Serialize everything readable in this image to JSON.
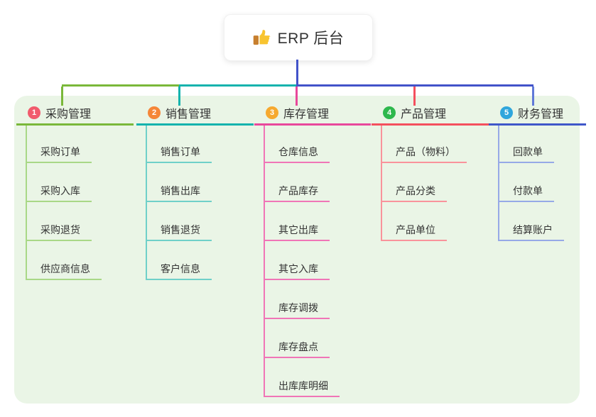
{
  "root": {
    "label": "ERP 后台",
    "icon": "thumbs-up-icon",
    "line_color": "#4253c9"
  },
  "panel": {
    "background": "#eaf5e6"
  },
  "branches": [
    {
      "index": "1",
      "label": "采购管理",
      "badge_color": "#f15b6c",
      "line_color": "#7ab83a",
      "child_line_color": "#a9d887",
      "drop_color": "#7ab83a",
      "children": [
        "采购订单",
        "采购入库",
        "采购退货",
        "供应商信息"
      ]
    },
    {
      "index": "2",
      "label": "销售管理",
      "badge_color": "#f58638",
      "line_color": "#14b3ad",
      "child_line_color": "#6fd0c9",
      "drop_color": "#14b3ad",
      "children": [
        "销售订单",
        "销售出库",
        "销售退货",
        "客户信息"
      ]
    },
    {
      "index": "3",
      "label": "库存管理",
      "badge_color": "#f6a92f",
      "line_color": "#e8489b",
      "child_line_color": "#f075b7",
      "drop_color": "#e8489b",
      "children": [
        "仓库信息",
        "产品库存",
        "其它出库",
        "其它入库",
        "库存调拨",
        "库存盘点",
        "出库库明细"
      ]
    },
    {
      "index": "4",
      "label": "产品管理",
      "badge_color": "#2eb84d",
      "line_color": "#f4505e",
      "child_line_color": "#f9939b",
      "drop_color": "#f4505e",
      "children": [
        "产品（物料）",
        "产品分类",
        "产品单位"
      ]
    },
    {
      "index": "5",
      "label": "财务管理",
      "badge_color": "#2fa6dc",
      "line_color": "#3f57c9",
      "child_line_color": "#96a9e7",
      "drop_color": "#6079d8",
      "children": [
        "回款单",
        "付款单",
        "结算账户"
      ]
    }
  ]
}
